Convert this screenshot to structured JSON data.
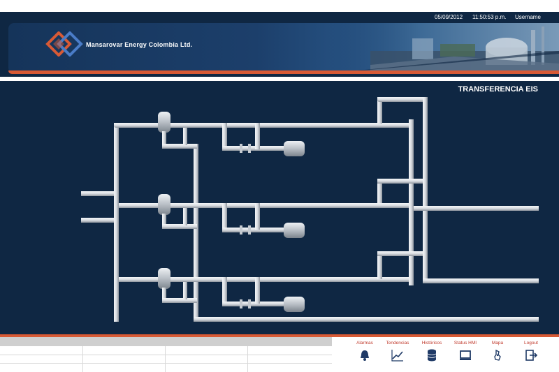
{
  "header": {
    "date": "05/09/2012",
    "time": "11:50:53 p.m.",
    "user": "Username",
    "company": "Mansarovar Energy Colombia Ltd."
  },
  "main": {
    "title": "TRANSFERENCIA EIS"
  },
  "colors": {
    "background": "#0f2743",
    "accent": "#d85a35",
    "pipe": "#d9dde2",
    "nav_label": "#c0392b"
  },
  "nav": {
    "items": [
      {
        "label": "Alarmas",
        "icon": "bell-icon"
      },
      {
        "label": "Tendencias",
        "icon": "trend-chart-icon"
      },
      {
        "label": "Históricos",
        "icon": "database-icon"
      },
      {
        "label": "Status HMI",
        "icon": "monitor-icon"
      },
      {
        "label": "Mapa",
        "icon": "map-icon"
      },
      {
        "label": "Logout",
        "icon": "logout-icon"
      }
    ]
  }
}
